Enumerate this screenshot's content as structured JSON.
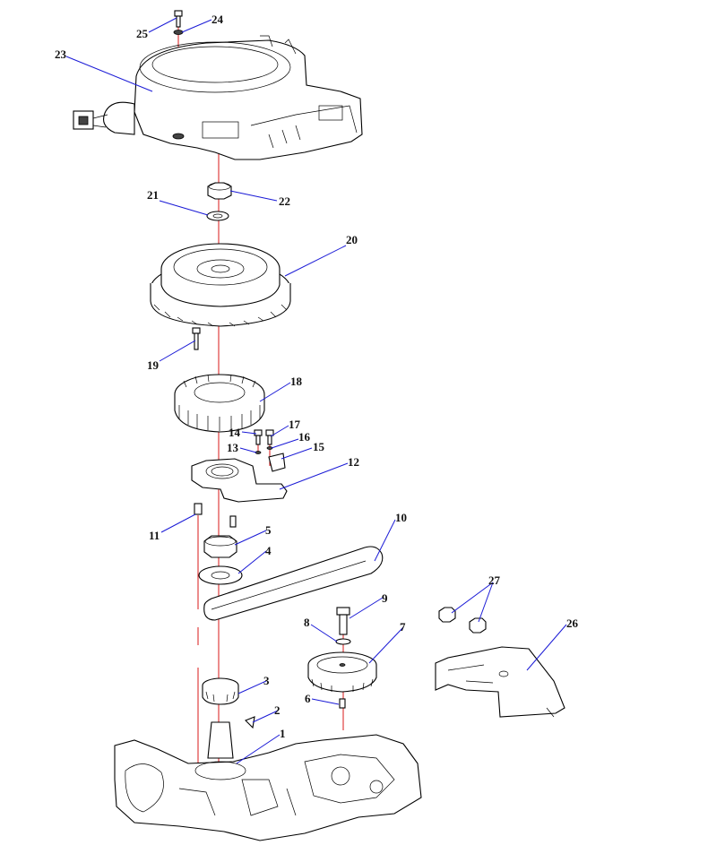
{
  "diagram": {
    "type": "exploded-parts-view",
    "colors": {
      "leader_line": "#1a1ad6",
      "assembly_axis": "#d81a1a",
      "outline": "#000000"
    },
    "callouts": [
      {
        "id": "1",
        "label": "1"
      },
      {
        "id": "2",
        "label": "2"
      },
      {
        "id": "3",
        "label": "3"
      },
      {
        "id": "4",
        "label": "4"
      },
      {
        "id": "5",
        "label": "5"
      },
      {
        "id": "6",
        "label": "6"
      },
      {
        "id": "7",
        "label": "7"
      },
      {
        "id": "8",
        "label": "8"
      },
      {
        "id": "9",
        "label": "9"
      },
      {
        "id": "10",
        "label": "10"
      },
      {
        "id": "11",
        "label": "11"
      },
      {
        "id": "12",
        "label": "12"
      },
      {
        "id": "13",
        "label": "13"
      },
      {
        "id": "14",
        "label": "14"
      },
      {
        "id": "15",
        "label": "15"
      },
      {
        "id": "16",
        "label": "16"
      },
      {
        "id": "17",
        "label": "17"
      },
      {
        "id": "18",
        "label": "18"
      },
      {
        "id": "19",
        "label": "19"
      },
      {
        "id": "20",
        "label": "20"
      },
      {
        "id": "21",
        "label": "21"
      },
      {
        "id": "22",
        "label": "22"
      },
      {
        "id": "23",
        "label": "23"
      },
      {
        "id": "24",
        "label": "24"
      },
      {
        "id": "25",
        "label": "25"
      },
      {
        "id": "26",
        "label": "26"
      },
      {
        "id": "27",
        "label": "27"
      }
    ]
  }
}
